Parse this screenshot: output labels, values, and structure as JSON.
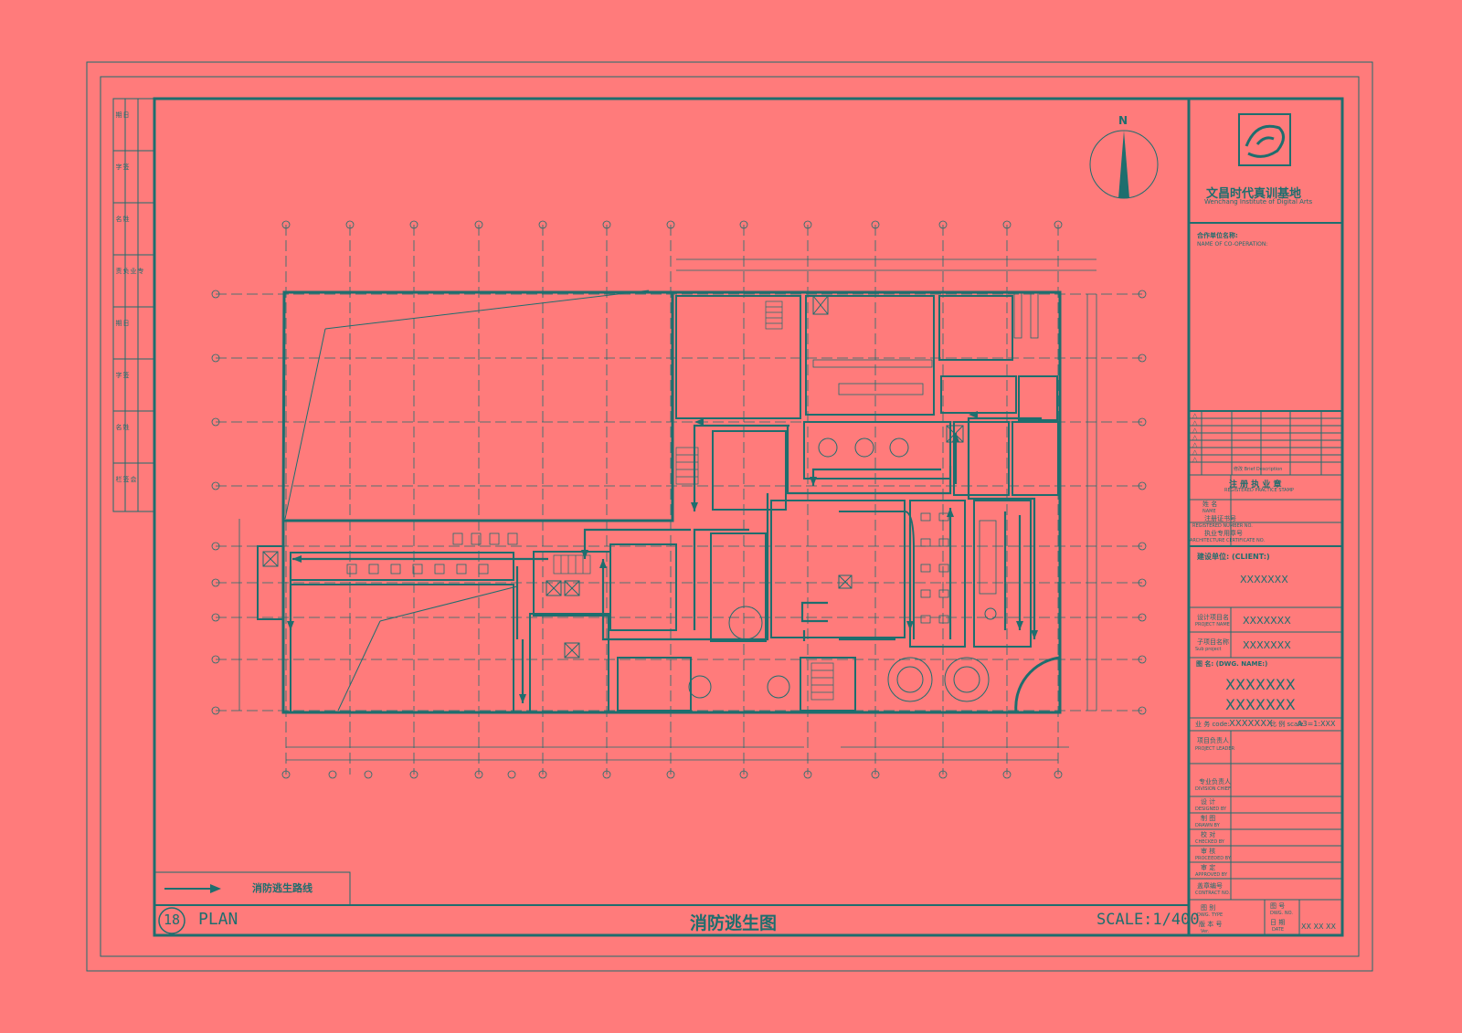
{
  "drawing": {
    "title": "消防逃生图",
    "number": "18",
    "view": "PLAN",
    "scale": "SCALE:1/400",
    "north": "N",
    "legend_label": "消防逃生路线"
  },
  "title_block": {
    "logo_cn": "文昌时代真训基地",
    "logo_en": "Wenchang Institute of Digital Arts",
    "cooperation_cn": "合作单位名称:",
    "cooperation_en": "NAME OF CO-OPERATION:",
    "seal_cn": "注 册 执 业 章",
    "seal_en": "REGISTERED PRACTICE STAMP",
    "name_cn": "姓 名",
    "name_en": "NAME",
    "reg_no_cn": "注册证书号",
    "reg_no_en": "REGISTERED NUMBER NO.",
    "cert_no_cn": "执业专用章号",
    "cert_no_en": "ARCHITECTURE CERTIFICATE NO.",
    "client_label": "建设单位: (CLIENT:)",
    "client_value": "XXXXXXX",
    "project_cn": "设计项目名",
    "project_en": "PROJECT NAME",
    "project_value": "XXXXXXX",
    "subproject_cn": "子项目名称",
    "subproject_en": "Sub project",
    "subproject_value": "XXXXXXX",
    "dwg_name_label": "图 名: (DWG. NAME:)",
    "dwg_name_line1": "XXXXXXX",
    "dwg_name_line2": "XXXXXXX",
    "job_label": "业 务 code:",
    "job_value": "XXXXXXX",
    "scale_label": "比 例 scale",
    "scale_value": "A3=1:XXX",
    "roles": [
      {
        "cn": "项目负责人",
        "en": "PROJECT LEADER"
      },
      {
        "cn": "专业负责人",
        "en": "DIVISION CHIEF"
      },
      {
        "cn": "设 计",
        "en": "DESIGNED BY"
      },
      {
        "cn": "制 图",
        "en": "DRAWN BY"
      },
      {
        "cn": "校 对",
        "en": "CHECKED BY"
      },
      {
        "cn": "审 核",
        "en": "PROCEEDED BY"
      },
      {
        "cn": "审 定",
        "en": "APPROVED BY"
      },
      {
        "cn": "盖章编号",
        "en": "CONTRACT NO."
      }
    ],
    "drawing_type_cn": "图 别",
    "drawing_type_en": "DWG. TYPE",
    "drawing_no_cn": "图 号",
    "drawing_no_en": "DWG. NO.",
    "version_cn": "版 本 号",
    "version_en": "Ver.",
    "date_cn": "日 期",
    "date_en": "DATE",
    "date_value": "XX XX XX",
    "revision_title": "修改 Brief Description",
    "revision_marks": [
      "△",
      "△",
      "△",
      "△",
      "△",
      "△",
      "△"
    ]
  },
  "side_strip": {
    "labels": [
      "日 期",
      "签 字",
      "姓 名",
      "专业负责",
      "日 期",
      "签 字",
      "姓 名",
      "会签栏"
    ]
  },
  "colors": {
    "background": "#ff7b7b",
    "line": "#1e6e6e"
  }
}
